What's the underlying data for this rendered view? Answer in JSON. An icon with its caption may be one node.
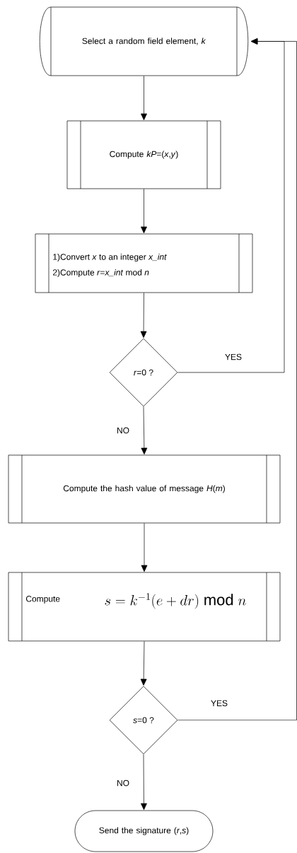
{
  "diagram": {
    "nodes": [
      {
        "text": [
          "Select a random field element, *k*"
        ]
      },
      {
        "text": [
          "Compute *kP*=(*x*,*y*)"
        ]
      },
      {
        "text": [
          "1)Convert *x* to an integer *x_int*",
          "2)Compute *r*=*x_int* mod *n*"
        ]
      },
      {
        "text": [
          "*r*=0 ?"
        ]
      },
      {
        "text": [
          "Compute the hash value of message *H*(*m*)"
        ]
      },
      {
        "text": [
          "Compute",
          "s=k^{-1}(e+dr)\\bmod n"
        ]
      },
      {
        "text": [
          "*s*=0 ?"
        ]
      },
      {
        "text": [
          "Send the signature (*r*,*s*)"
        ]
      }
    ],
    "edges": [
      {
        "from": 0,
        "to": 1,
        "arrow": "to"
      },
      {
        "from": 1,
        "to": 2,
        "arrow": "to"
      },
      {
        "from": 2,
        "to": 3,
        "arrow": "to"
      },
      {
        "from": 3,
        "to": 0,
        "arrow": "to",
        "label": "YES"
      },
      {
        "from": 3,
        "to": 4,
        "arrow": "to",
        "label": "NO"
      },
      {
        "from": 4,
        "to": 5,
        "arrow": "to"
      },
      {
        "from": 5,
        "to": 6,
        "arrow": "to"
      },
      {
        "from": 6,
        "to": 0,
        "arrow": "to",
        "label": "YES"
      },
      {
        "from": 6,
        "to": 7,
        "arrow": "to",
        "label": "NO"
      }
    ]
  }
}
